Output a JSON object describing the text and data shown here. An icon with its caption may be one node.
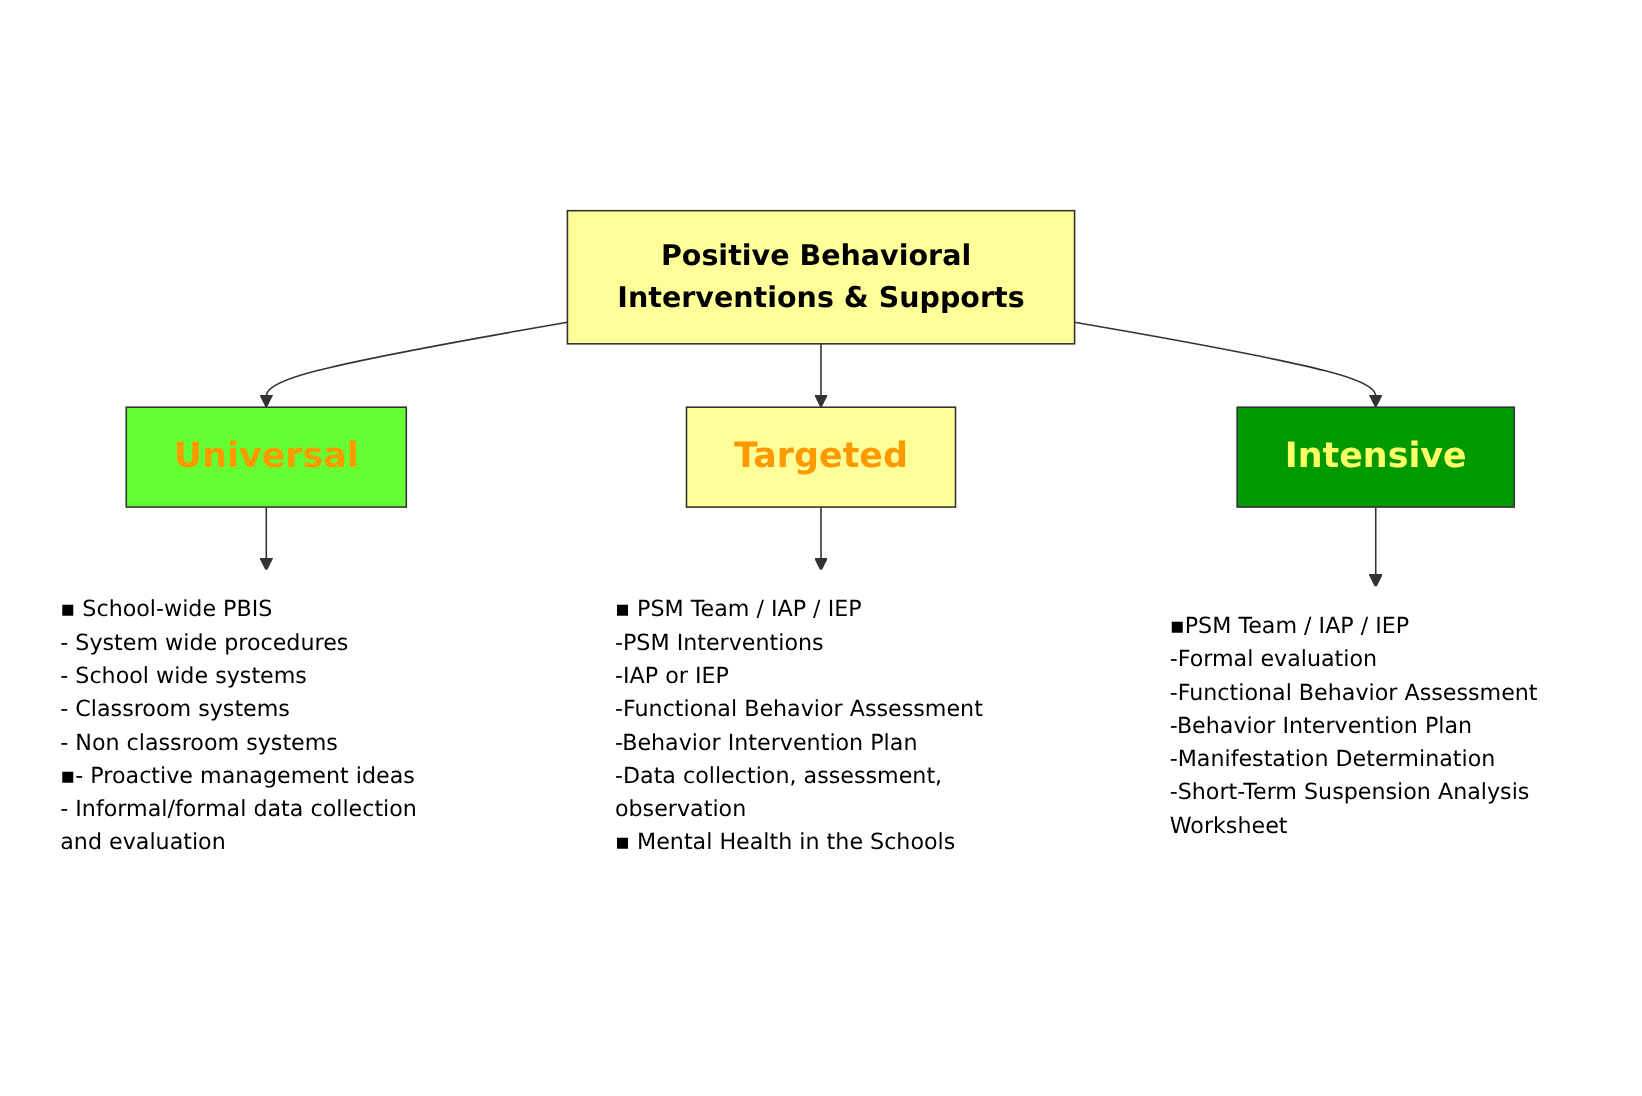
{
  "diagram": {
    "nodes": [
      {
        "text": [
          "Positive Behavioral Interventions & Supports"
        ]
      },
      {
        "text": [
          "Universal"
        ]
      },
      {
        "text": [
          "Targeted"
        ]
      },
      {
        "text": [
          "Intensive"
        ]
      },
      {
        "text": [
          "▪ School-wide PBIS",
          "- System wide procedures",
          "- School wide systems",
          "- Classroom systems",
          "- Non classroom systems",
          "▪- Proactive management ideas",
          "- Informal/formal data collection and evaluation"
        ]
      },
      {
        "text": [
          "▪ PSM Team / IAP / IEP",
          "-PSM Interventions",
          "-IAP or IEP",
          "-Functional Behavior Assessment",
          "-Behavior Intervention Plan",
          "-Data collection, assessment, observation",
          "▪ Mental Health in the Schools"
        ]
      },
      {
        "text": [
          "▪PSM Team / IAP / IEP",
          "-Formal evaluation",
          "-Functional Behavior Assessment",
          "-Behavior Intervention Plan",
          "-Manifestation Determination",
          "-Short-Term Suspension Analysis Worksheet"
        ]
      }
    ],
    "edges": [
      {
        "from": 0,
        "to": 1,
        "arrow": "to"
      },
      {
        "from": 0,
        "to": 2,
        "arrow": "to"
      },
      {
        "from": 0,
        "to": 3,
        "arrow": "to"
      },
      {
        "from": 1,
        "to": 4,
        "arrow": "to"
      },
      {
        "from": 2,
        "to": 5,
        "arrow": "to"
      },
      {
        "from": 3,
        "to": 6,
        "arrow": "to"
      }
    ]
  }
}
